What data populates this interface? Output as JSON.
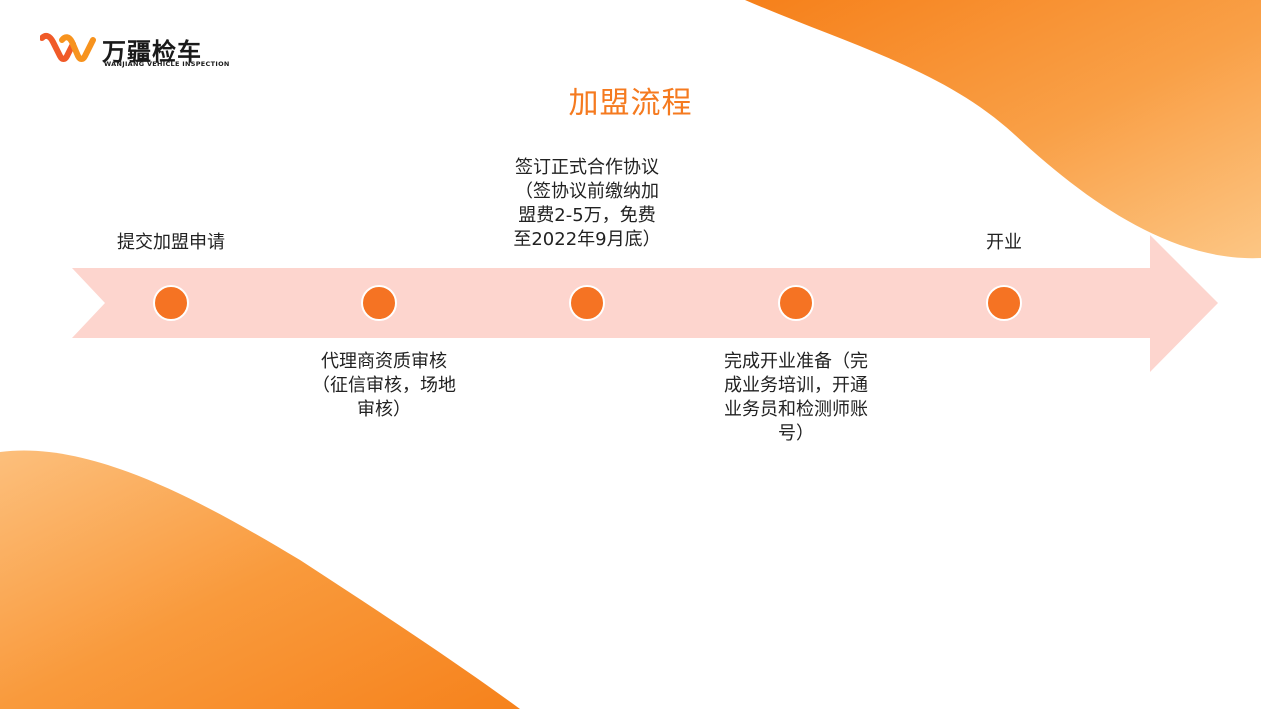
{
  "logo": {
    "name_cn": "万疆检车",
    "name_en": "WANJIANG VEHICLE INSPECTION"
  },
  "title": "加盟流程",
  "steps": [
    {
      "label": "提交加盟申请"
    },
    {
      "label": "代理商资质审核\n（征信审核，场地\n审核）"
    },
    {
      "label": "签订正式合作协议\n（签协议前缴纳加\n盟费2-5万，免费\n至2022年9月底）"
    },
    {
      "label": "完成开业准备（完\n成业务培训，开通\n业务员和检测师账\n号）"
    },
    {
      "label": "开业"
    }
  ],
  "colors": {
    "accent": "#f57a1f",
    "dot": "#f57323",
    "arrow": "#fdd5ce",
    "decor_orange": "#f7861c",
    "decor_light": "#fcc17a"
  }
}
